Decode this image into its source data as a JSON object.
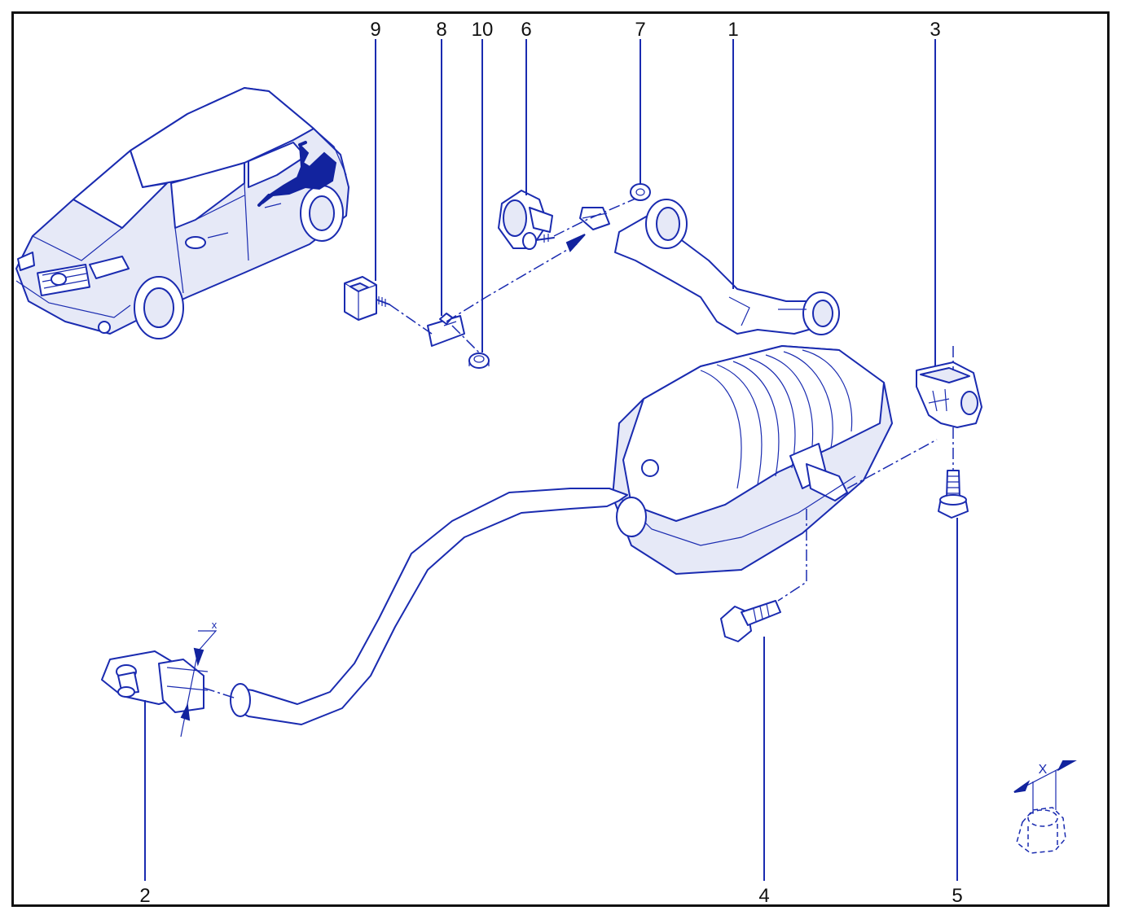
{
  "callouts": [
    {
      "id": "c9",
      "text": "9"
    },
    {
      "id": "c8",
      "text": "8"
    },
    {
      "id": "c10",
      "text": "10"
    },
    {
      "id": "c6",
      "text": "6"
    },
    {
      "id": "c7",
      "text": "7"
    },
    {
      "id": "c1",
      "text": "1"
    },
    {
      "id": "c3",
      "text": "3"
    },
    {
      "id": "c2",
      "text": "2"
    },
    {
      "id": "c4",
      "text": "4"
    },
    {
      "id": "c5",
      "text": "5"
    }
  ],
  "dimension_labels": {
    "clamp_x": "x",
    "detail_x": "X"
  },
  "colors": {
    "line": "#1a2bb0",
    "highlight": "#12239e",
    "frame": "#111111"
  }
}
